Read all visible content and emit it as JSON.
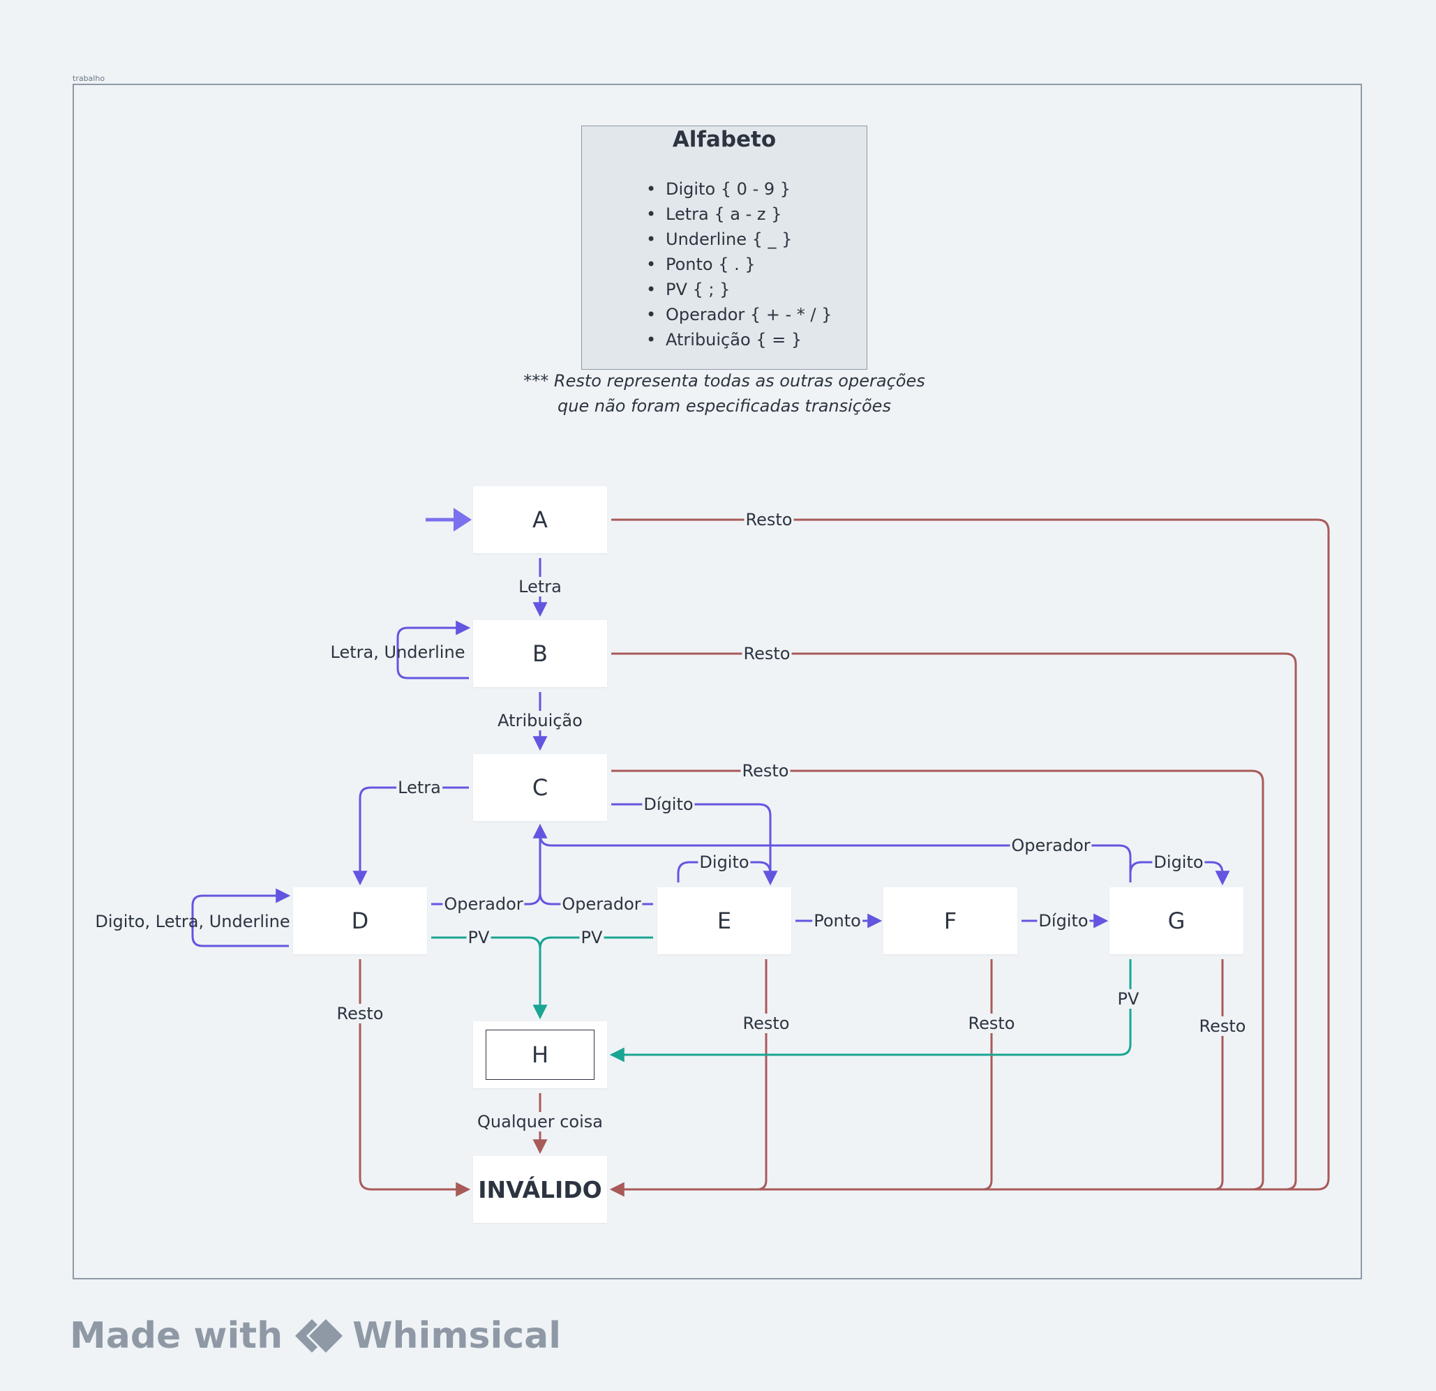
{
  "frame": {
    "label": "trabalho"
  },
  "alphabet": {
    "title": "Alfabeto",
    "items": [
      "Digito { 0 - 9 }",
      "Letra { a - z }",
      "Underline { _ }",
      "Ponto { . }",
      "PV { ; }",
      "Operador { + - * / }",
      "Atribuição { = }"
    ],
    "bullet": "•"
  },
  "note": {
    "line1": "*** Resto representa todas as outras operações",
    "line2": "que não foram especificadas transições"
  },
  "states": {
    "A": "A",
    "B": "B",
    "C": "C",
    "D": "D",
    "E": "E",
    "F": "F",
    "G": "G",
    "H": "H",
    "INVALIDO": "INVÁLIDO"
  },
  "edges": {
    "a_b": "Letra",
    "b_c": "Atribuição",
    "b_loop": "Letra, Underline",
    "c_d": "Letra",
    "c_e": "Dígito",
    "d_loop": "Digito, Letra, Underline",
    "d_c": "Operador",
    "e_c": "Operador",
    "g_c": "Operador",
    "e_loop": "Digito",
    "g_loop": "Digito",
    "d_h": "PV",
    "e_h": "PV",
    "g_h": "PV",
    "e_f": "Ponto",
    "f_g": "Dígito",
    "h_inv": "Qualquer coisa",
    "resto": "Resto"
  },
  "colors": {
    "purple": "#6355e0",
    "red": "#a85a58",
    "teal": "#1aa593",
    "start_arrow": "#7b70ee"
  },
  "footer": {
    "made_with": "Made with",
    "brand": "Whimsical"
  }
}
